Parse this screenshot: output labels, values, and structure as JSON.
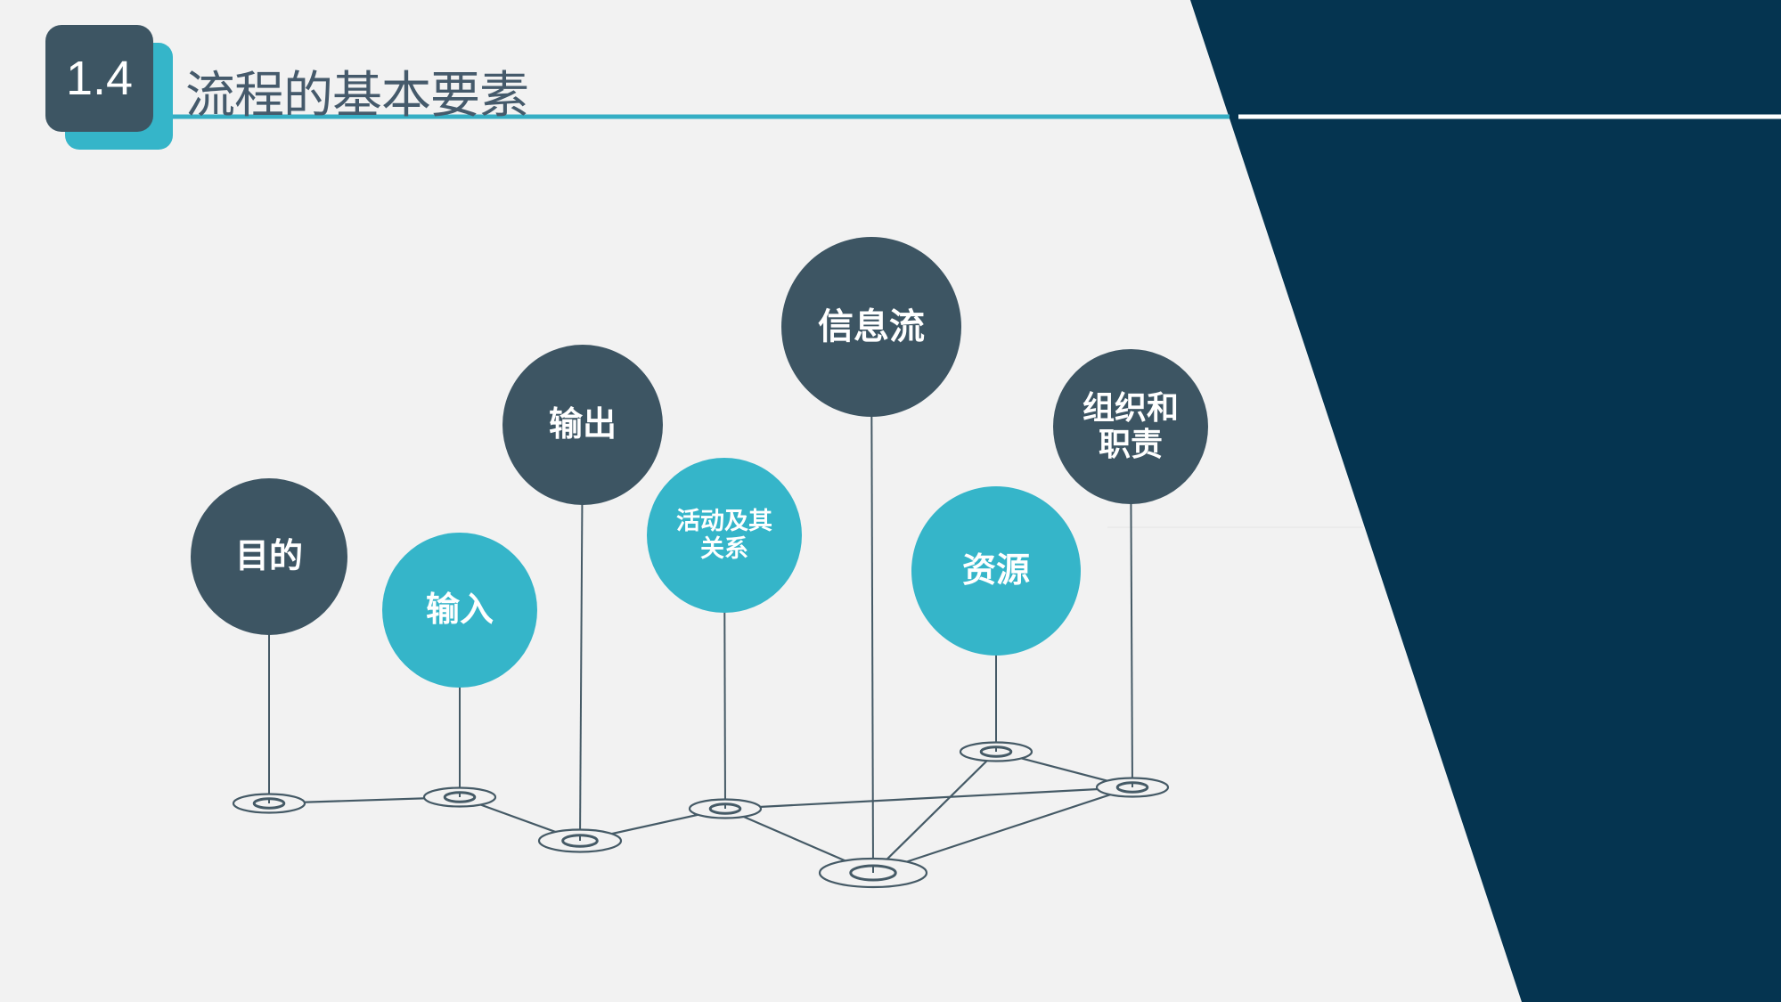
{
  "header": {
    "section_number": "1.4",
    "title": "流程的基本要素"
  },
  "colors": {
    "dark": "#3d5563",
    "teal": "#35b5c9",
    "navy": "#053450",
    "line": "#455a66",
    "background": "#f2f2f2"
  },
  "elements": [
    {
      "label": "目的",
      "style": "dark"
    },
    {
      "label": "输入",
      "style": "teal"
    },
    {
      "label": "输出",
      "style": "dark"
    },
    {
      "label": "活动及其关系",
      "style": "teal"
    },
    {
      "label": "信息流",
      "style": "dark"
    },
    {
      "label": "资源",
      "style": "teal"
    },
    {
      "label": "组织和职责",
      "style": "dark"
    }
  ],
  "connections": [
    [
      0,
      1
    ],
    [
      1,
      2
    ],
    [
      2,
      3
    ],
    [
      3,
      4
    ],
    [
      3,
      6
    ],
    [
      4,
      5
    ],
    [
      4,
      6
    ],
    [
      5,
      6
    ]
  ]
}
